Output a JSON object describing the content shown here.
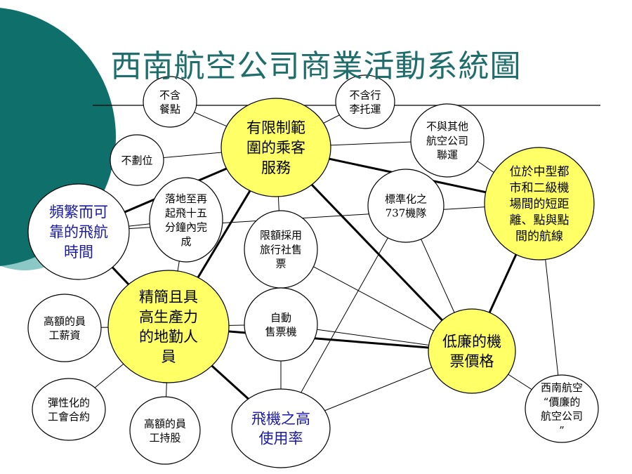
{
  "title": "西南航空公司商業活動系統圖",
  "colors": {
    "accent_dark": "#0f6f6b",
    "accent_light": "#8cc9c6",
    "title": "#1f6e6b",
    "core_fill": "#ffff66",
    "node_fill": "#ffffff",
    "stroke": "#000000",
    "blue_text": "#1a1aa6"
  },
  "nodes": [
    {
      "id": "n1",
      "lines": [
        "不含",
        "餐點"
      ],
      "style": "small"
    },
    {
      "id": "n2",
      "lines": [
        "不含行",
        "李托運"
      ],
      "style": "small"
    },
    {
      "id": "n3",
      "lines": [
        "不與其他",
        "航空公司",
        "聯運"
      ],
      "style": "small"
    },
    {
      "id": "n4",
      "lines": [
        "有限制範",
        "圍的乘客",
        "服務"
      ],
      "style": "core"
    },
    {
      "id": "n5",
      "lines": [
        "不劃位"
      ],
      "style": "small"
    },
    {
      "id": "n6",
      "lines": [
        "位於中型都",
        "市和二級機",
        "場間的短距",
        "離、點與點",
        "間的航線"
      ],
      "style": "core"
    },
    {
      "id": "n7",
      "lines": [
        "頻繁而可",
        "靠的飛航",
        "時間"
      ],
      "style": "blue"
    },
    {
      "id": "n8",
      "lines": [
        "落地至再",
        "起飛十五",
        "分鐘內完",
        "成"
      ],
      "style": "small"
    },
    {
      "id": "n9",
      "lines": [
        "標準化之",
        "737機隊"
      ],
      "style": "small"
    },
    {
      "id": "n10",
      "lines": [
        "限額採用",
        "旅行社售",
        "票"
      ],
      "style": "small"
    },
    {
      "id": "n11",
      "lines": [
        "精簡且具",
        "高生產力",
        "的地勤人",
        "員"
      ],
      "style": "core"
    },
    {
      "id": "n12",
      "lines": [
        "高額的員",
        "工薪資"
      ],
      "style": "small"
    },
    {
      "id": "n13",
      "lines": [
        "自動",
        "售票機"
      ],
      "style": "small"
    },
    {
      "id": "n14",
      "lines": [
        "低廉的機",
        "票價格"
      ],
      "style": "core"
    },
    {
      "id": "n15",
      "lines": [
        "彈性化的",
        "工會合約"
      ],
      "style": "small"
    },
    {
      "id": "n16",
      "lines": [
        "高額的員",
        "工持股"
      ],
      "style": "small"
    },
    {
      "id": "n17",
      "lines": [
        "飛機之高",
        "使用率"
      ],
      "style": "blue"
    },
    {
      "id": "n18",
      "lines": [
        "西南航空",
        "“價廉的",
        "航空公司",
        "”"
      ],
      "style": "small"
    }
  ],
  "edges": [
    {
      "from": "n1",
      "to": "n4",
      "weight": "thin"
    },
    {
      "from": "n2",
      "to": "n4",
      "weight": "thin"
    },
    {
      "from": "n3",
      "to": "n4",
      "weight": "thin"
    },
    {
      "from": "n5",
      "to": "n4",
      "weight": "thin"
    },
    {
      "from": "n4",
      "to": "n7",
      "weight": "bold"
    },
    {
      "from": "n4",
      "to": "n6",
      "weight": "bold"
    },
    {
      "from": "n4",
      "to": "n14",
      "weight": "bold"
    },
    {
      "from": "n4",
      "to": "n11",
      "weight": "bold"
    },
    {
      "from": "n4",
      "to": "n10",
      "weight": "thin"
    },
    {
      "from": "n3",
      "to": "n6",
      "weight": "thin"
    },
    {
      "from": "n7",
      "to": "n6",
      "weight": "thin"
    },
    {
      "from": "n7",
      "to": "n11",
      "weight": "bold"
    },
    {
      "from": "n8",
      "to": "n11",
      "weight": "thin"
    },
    {
      "from": "n8",
      "to": "n7",
      "weight": "thin"
    },
    {
      "from": "n9",
      "to": "n14",
      "weight": "thin"
    },
    {
      "from": "n9",
      "to": "n17",
      "weight": "thin"
    },
    {
      "from": "n10",
      "to": "n14",
      "weight": "thin"
    },
    {
      "from": "n10",
      "to": "n13",
      "weight": "thin"
    },
    {
      "from": "n11",
      "to": "n13",
      "weight": "thin"
    },
    {
      "from": "n11",
      "to": "n14",
      "weight": "bold"
    },
    {
      "from": "n11",
      "to": "n17",
      "weight": "bold"
    },
    {
      "from": "n12",
      "to": "n11",
      "weight": "thin"
    },
    {
      "from": "n15",
      "to": "n11",
      "weight": "thin"
    },
    {
      "from": "n16",
      "to": "n11",
      "weight": "thin"
    },
    {
      "from": "n13",
      "to": "n14",
      "weight": "thin"
    },
    {
      "from": "n13",
      "to": "n17",
      "weight": "thin"
    },
    {
      "from": "n17",
      "to": "n14",
      "weight": "thin"
    },
    {
      "from": "n6",
      "to": "n14",
      "weight": "bold"
    },
    {
      "from": "n6",
      "to": "n18",
      "weight": "thin"
    },
    {
      "from": "n14",
      "to": "n18",
      "weight": "thin"
    },
    {
      "from": "n14",
      "to": "n6",
      "weight": "thin"
    }
  ]
}
